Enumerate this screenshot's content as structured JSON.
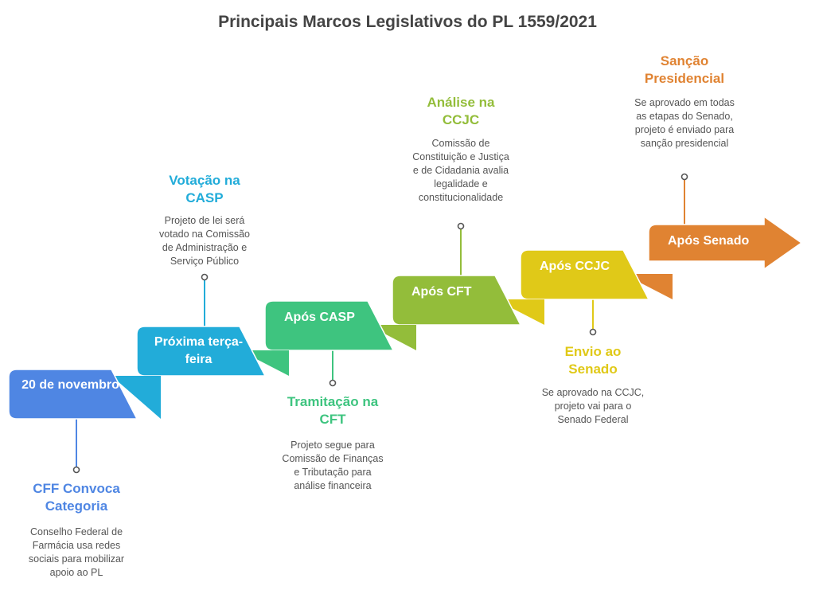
{
  "title": "Principais Marcos Legislativos do PL 1559/2021",
  "steps": [
    {
      "label": "20 de novembro",
      "color": "#4f86e3",
      "fold_color": "#4f86e3",
      "milestone": {
        "title": "CFF Convoca Categoria",
        "description": "Conselho Federal de Farmácia usa redes sociais para mobilizar apoio ao PL",
        "position": "below"
      }
    },
    {
      "label": "Próxima terça-feira",
      "color": "#22acd9",
      "milestone": {
        "title": "Votação na CASP",
        "description": "Projeto de lei será votado na Comissão de Administração e Serviço Público",
        "position": "above"
      }
    },
    {
      "label": "Após CASP",
      "color": "#3ec47f",
      "milestone": {
        "title": "Tramitação na CFT",
        "description": "Projeto segue para Comissão de Finanças e Tributação para análise financeira",
        "position": "below"
      }
    },
    {
      "label": "Após CFT",
      "color": "#93bd3a",
      "milestone": {
        "title": "Análise na CCJC",
        "description": "Comissão de Constituição e Justiça e de Cidadania avalia legalidade e constitucionalidade",
        "position": "above"
      }
    },
    {
      "label": "Após CCJC",
      "color": "#e0c918",
      "milestone": {
        "title": "Envio ao Senado",
        "description": "Se aprovado na CCJC, projeto vai para o Senado Federal",
        "position": "below"
      }
    },
    {
      "label": "Após Senado",
      "color": "#e08332",
      "milestone": {
        "title": "Sanção Presidencial",
        "description": "Se aprovado em todas as etapas do Senado, projeto é enviado para sanção presidencial",
        "position": "above"
      }
    }
  ],
  "colors": {
    "title": "#444444",
    "description": "#555555",
    "dot": "#555555"
  }
}
